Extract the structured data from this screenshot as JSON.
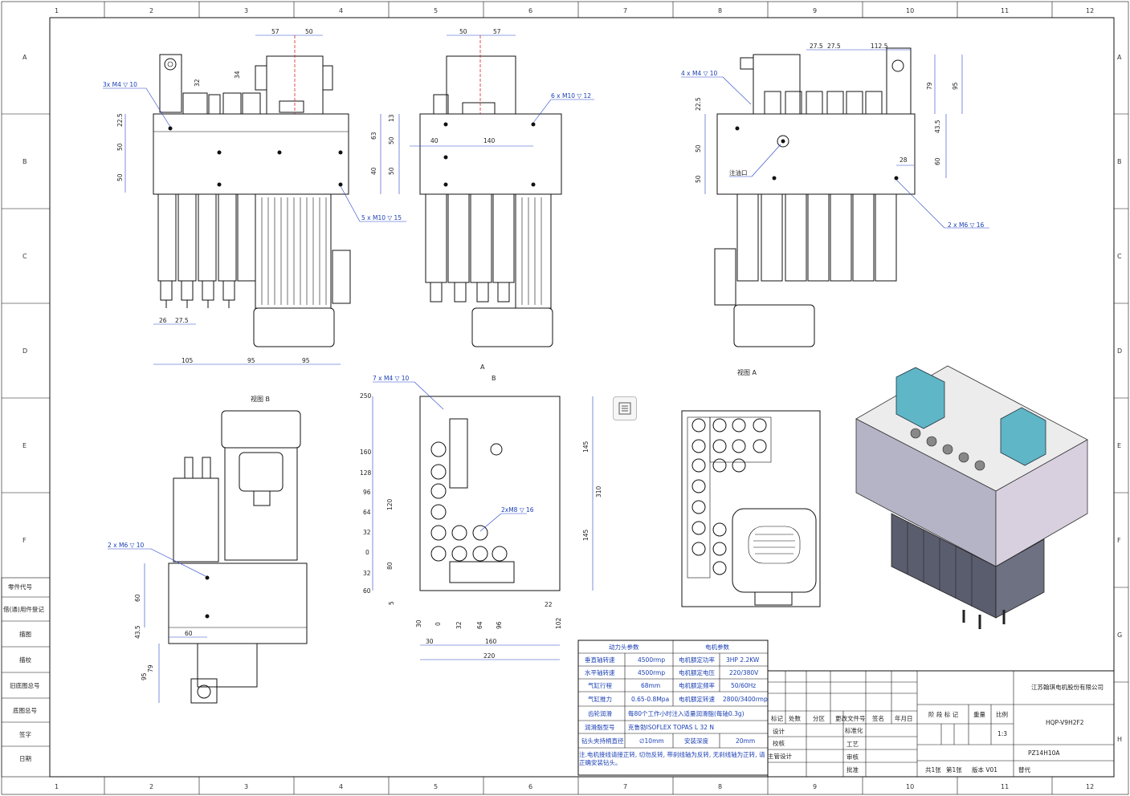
{
  "grid": {
    "cols": [
      "1",
      "2",
      "3",
      "4",
      "5",
      "6",
      "7",
      "8",
      "9",
      "10",
      "11",
      "12"
    ],
    "rows": [
      "A",
      "B",
      "C",
      "D",
      "E",
      "F",
      "G",
      "H"
    ]
  },
  "side_labels": [
    "零件代号",
    "借(通)用件登记",
    "描图",
    "描校",
    "旧底图总号",
    "底图总号",
    "签字",
    "日期"
  ],
  "views": {
    "view_b": "视图 B",
    "view_a": "视图 A",
    "arrow_b": "B",
    "arrow_a": "A"
  },
  "dims_front": {
    "top_57": "57",
    "top_50": "50",
    "h32": "32",
    "h34": "34",
    "hole_note": "3x M4 ▽ 10",
    "v22_5": "22.5",
    "v50a": "50",
    "v50b": "50",
    "v63": "63",
    "v40": "40",
    "m10_note": "5 x M10 ▽ 15",
    "b26": "26",
    "b27_5": "27.5",
    "b105": "105",
    "b95a": "95",
    "b95b": "95"
  },
  "dims_side": {
    "top_50": "50",
    "top_57": "57",
    "m10_note": "6 x M10 ▽ 12",
    "v13": "13",
    "v50a": "50",
    "v50b": "50",
    "h40": "40",
    "h140": "140"
  },
  "dims_right": {
    "hole_note": "4 x M4 ▽ 10",
    "v22_5": "22.5",
    "v50a": "50",
    "v50b": "50",
    "t27_5a": "27.5",
    "t27_5b": "27.5",
    "t112_5": "112.5",
    "v79": "79",
    "v95": "95",
    "v43_5": "43.5",
    "v60": "60",
    "h28": "28",
    "drain_label": "注油口",
    "m6_note": "2 x M6 ▽ 16"
  },
  "dims_plan": {
    "hole_note": "7 x M4 ▽ 10",
    "y250": "250",
    "y160": "160",
    "y128": "128",
    "y96": "96",
    "y64": "64",
    "y32a": "32",
    "y0": "0",
    "y32b": "32",
    "y60": "60",
    "v120": "120",
    "v80": "80",
    "v5": "5",
    "v145a": "145",
    "v310": "310",
    "v145b": "145",
    "m8_note": "2xM8 ▽ 16",
    "x30": "30",
    "x0": "0",
    "x32": "32",
    "x64": "64",
    "x96": "96",
    "x22": "22",
    "x102": "102",
    "w30": "30",
    "w160": "160",
    "w220": "220"
  },
  "dims_bottom_view": {
    "m6_note": "2 x M6 ▽ 10",
    "v60": "60",
    "v43_5": "43.5",
    "h60": "60",
    "v79": "79",
    "v95": "95"
  },
  "spec_table": {
    "header_left": "动力头参数",
    "header_right": "电机参数",
    "rows": [
      {
        "k1": "垂直轴转速",
        "v1": "4500rmp",
        "k2": "电机额定功率",
        "v2": "3HP  2.2KW"
      },
      {
        "k1": "水平轴转速",
        "v1": "4500rmp",
        "k2": "电机额定电压",
        "v2": "220/380V"
      },
      {
        "k1": "气缸行程",
        "v1": "68mm",
        "k2": "电机额定频率",
        "v2": "50/60Hz"
      },
      {
        "k1": "气缸推力",
        "v1": "0.65-0.8Mpa",
        "k2": "电机额定转速",
        "v2": "2800/3400rmp"
      }
    ],
    "gear_label": "齿轮润滑",
    "gear_value": "每80个工作小时注入适量润滑脂(每轴0.3g)",
    "grease_label": "润滑脂型号",
    "grease_value": "克鲁勃ISOFLEX TOPAS L 32 N",
    "chuck_label": "钻头夹持柄直径",
    "chuck_value": "∅10mm",
    "depth_label": "安装深度",
    "depth_value": "20mm",
    "note": "注.电机接线请接正转, 切勿反转, 带刹线轴为反转, 无刹线轴为正转, 请正确安装钻头。"
  },
  "title_block": {
    "company": "江苏翰琪电机股份有限公司",
    "model": "HQP-V9H2F2",
    "drawing_no": "PZ14H10A",
    "scale": "1:3",
    "stage_label": "阶 段 标 记",
    "weight_label": "重量",
    "scale_label": "比例",
    "cols": [
      "标记",
      "处数",
      "分区",
      "更改文件号",
      "签名",
      "年月日"
    ],
    "roles_left": [
      "设计",
      "校核",
      "主管设计"
    ],
    "roles_right": [
      "标准化",
      "工艺",
      "审核",
      "批准"
    ],
    "sheet_total": "共1张",
    "sheet_no": "第1张",
    "version": "版本  V01",
    "replace": "替代"
  }
}
